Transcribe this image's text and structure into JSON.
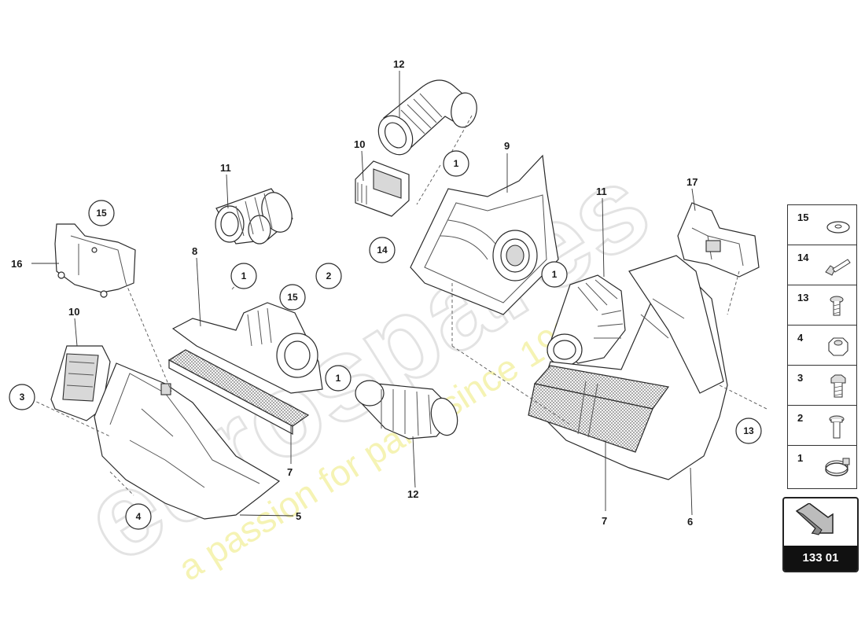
{
  "watermark": {
    "brand": "eurospares",
    "tagline": "a passion for parts since 1985"
  },
  "callouts": {
    "c12_top": "12",
    "c10_top": "10",
    "c9": "9",
    "c1_a": "1",
    "c11_left": "11",
    "c17": "17",
    "c15_left": "15",
    "c16": "16",
    "c14": "14",
    "c8": "8",
    "c1_b": "1",
    "c2": "2",
    "c15_mid": "15",
    "c1_c": "1",
    "c11_right": "11",
    "c10_left": "10",
    "c1_d": "1",
    "c3": "3",
    "c7_left": "7",
    "c4": "4",
    "c5": "5",
    "c12_bottom": "12",
    "c13": "13",
    "c7_right": "7",
    "c6": "6"
  },
  "legend": [
    {
      "num": "15",
      "icon": "washer-icon"
    },
    {
      "num": "14",
      "icon": "bolt-long-icon"
    },
    {
      "num": "13",
      "icon": "screw-icon"
    },
    {
      "num": "4",
      "icon": "hex-nut-icon"
    },
    {
      "num": "3",
      "icon": "hex-bolt-icon"
    },
    {
      "num": "2",
      "icon": "flange-bolt-icon"
    },
    {
      "num": "1",
      "icon": "hose-clamp-icon"
    }
  ],
  "reference": {
    "code": "133 01",
    "icon": "direction-arrow-icon"
  }
}
